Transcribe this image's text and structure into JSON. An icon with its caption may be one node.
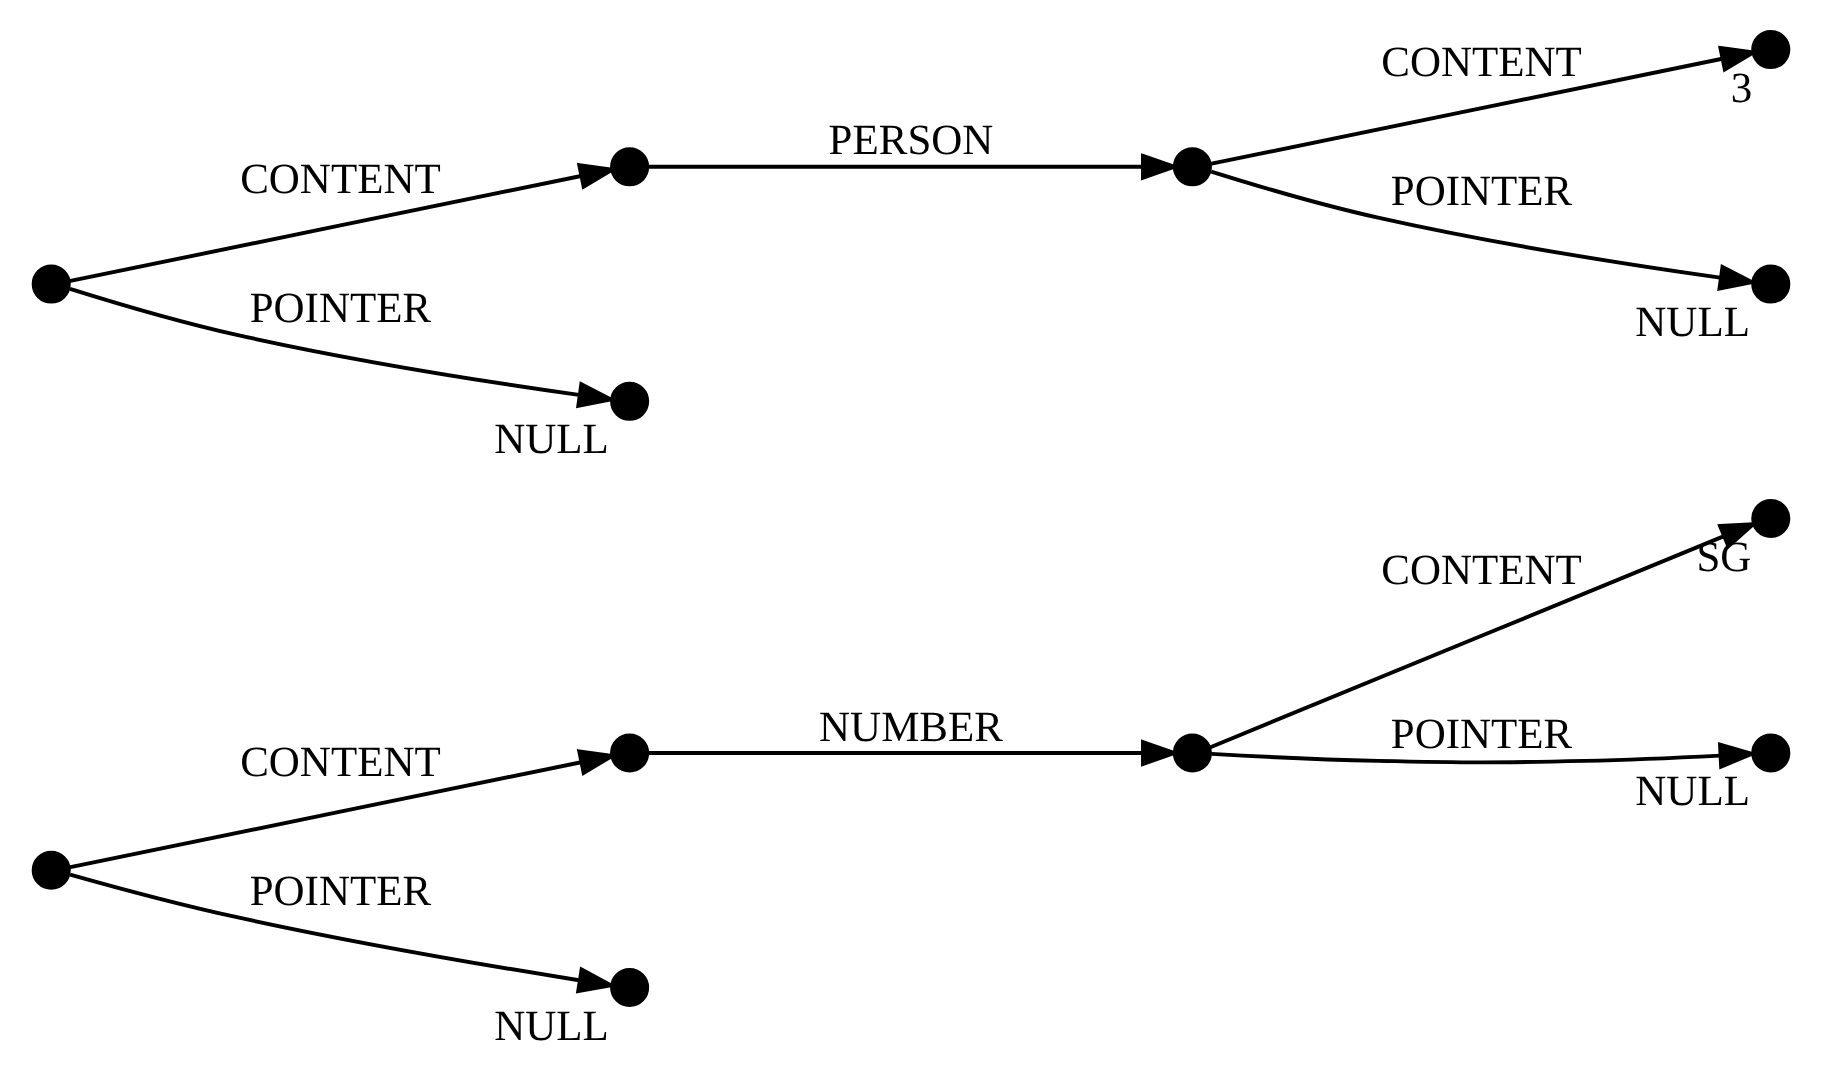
{
  "diagram": {
    "nodes": [
      {
        "text": [],
        "shape": "circle"
      },
      {
        "text": [],
        "shape": "circle"
      },
      {
        "text": [],
        "shape": "circle"
      },
      {
        "text": [],
        "shape": "circle",
        "beside": [
          "SG"
        ]
      },
      {
        "text": [],
        "shape": "circle",
        "beside": [
          "NULL"
        ]
      },
      {
        "text": [],
        "shape": "circle",
        "beside": [
          "NULL"
        ]
      },
      {
        "text": [],
        "shape": "circle"
      },
      {
        "text": [],
        "shape": "circle"
      },
      {
        "text": [],
        "shape": "circle"
      },
      {
        "text": [],
        "shape": "circle",
        "beside": [
          "3"
        ]
      },
      {
        "text": [],
        "shape": "circle",
        "beside": [
          "NULL"
        ]
      },
      {
        "text": [],
        "shape": "circle",
        "beside": [
          "NULL"
        ]
      }
    ],
    "edges": [
      {
        "from": 0,
        "to": 1,
        "arrow": "to",
        "label": "CONTENT"
      },
      {
        "from": 1,
        "to": 2,
        "arrow": "to",
        "label": "NUMBER"
      },
      {
        "from": 2,
        "to": 3,
        "arrow": "to",
        "label": "CONTENT"
      },
      {
        "from": 2,
        "to": 4,
        "arrow": "to",
        "label": "POINTER"
      },
      {
        "from": 0,
        "to": 5,
        "arrow": "to",
        "label": "POINTER"
      },
      {
        "from": 6,
        "to": 7,
        "arrow": "to",
        "label": "CONTENT"
      },
      {
        "from": 7,
        "to": 8,
        "arrow": "to",
        "label": "PERSON"
      },
      {
        "from": 8,
        "to": 9,
        "arrow": "to",
        "label": "CONTENT"
      },
      {
        "from": 8,
        "to": 10,
        "arrow": "to",
        "label": "POINTER"
      },
      {
        "from": 6,
        "to": 11,
        "arrow": "to",
        "label": "POINTER"
      }
    ]
  }
}
